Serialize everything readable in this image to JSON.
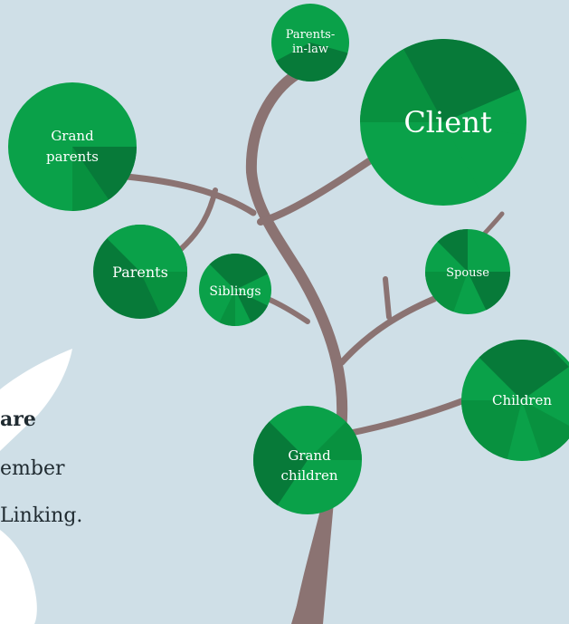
{
  "colors": {
    "background": "#cfdfe7",
    "branch": "#8b7372",
    "node_light": "#0aa149",
    "node_dark": "#077a39",
    "node_mid": "#08913f",
    "quote_mark": "#ffffff",
    "text": "#1f2a30"
  },
  "body_text": {
    "line1": "are",
    "line2": "ember",
    "line3": "Linking."
  },
  "nodes": {
    "parents_in_law": {
      "line1": "Parents-",
      "line2": "in-law"
    },
    "client": {
      "line1": "Client"
    },
    "grandparents": {
      "line1": "Grand",
      "line2": "parents"
    },
    "parents": {
      "line1": "Parents"
    },
    "siblings": {
      "line1": "Siblings"
    },
    "spouse": {
      "line1": "Spouse"
    },
    "children": {
      "line1": "Children"
    },
    "grandchildren": {
      "line1": "Grand",
      "line2": "children"
    }
  }
}
